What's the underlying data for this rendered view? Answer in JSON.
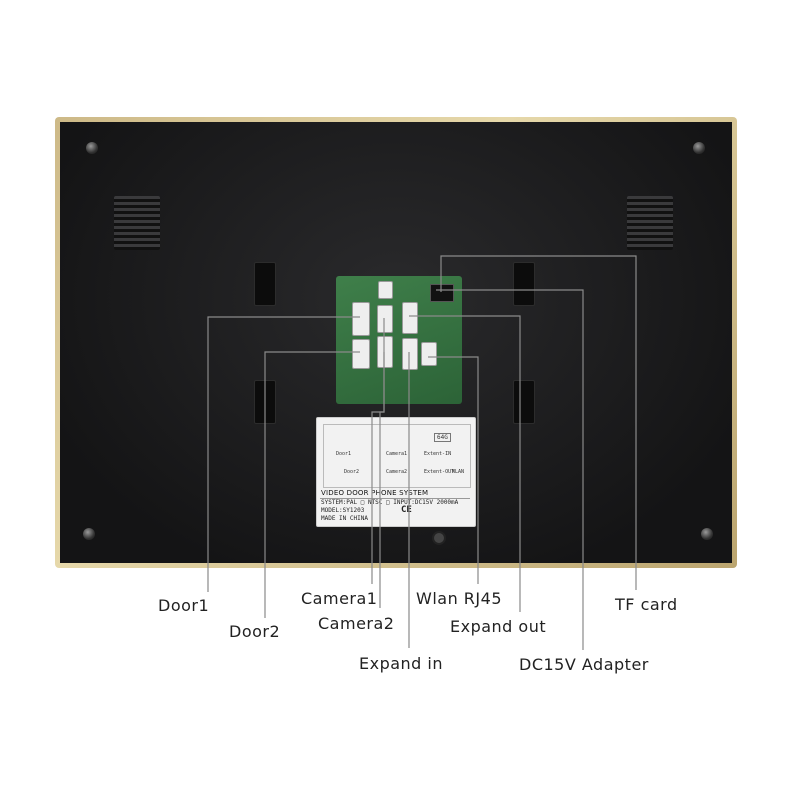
{
  "callouts": {
    "door1": "Door1",
    "door2": "Door2",
    "camera1": "Camera1",
    "camera2": "Camera2",
    "expand_in": "Expand in",
    "wlan": "Wlan RJ45",
    "expand_out": "Expand out",
    "dc": "DC15V Adapter",
    "tf": "TF card"
  },
  "rating_label": {
    "title": "VIDEO DOOR PHONE SYSTEM",
    "system_line": "SYSTEM:PAL □ NTSC □   INPUT:DC15V   2000mA",
    "model_line": "MODEL:SY1203",
    "made_line": "MADE IN CHINA",
    "marks": "CE",
    "sd_badge": "64G",
    "ports": {
      "door1": "Door1",
      "door2": "Door2",
      "camera1": "Camera1",
      "camera2": "Camera2",
      "expand_in": "Extent-IN",
      "expand_out": "Extent-OUT",
      "wlan": "WLAN"
    }
  },
  "colors": {
    "frame": "#d8c897",
    "panel": "#1b1b1c",
    "leader": "#8a8a8a",
    "pcb": "#35703f"
  }
}
